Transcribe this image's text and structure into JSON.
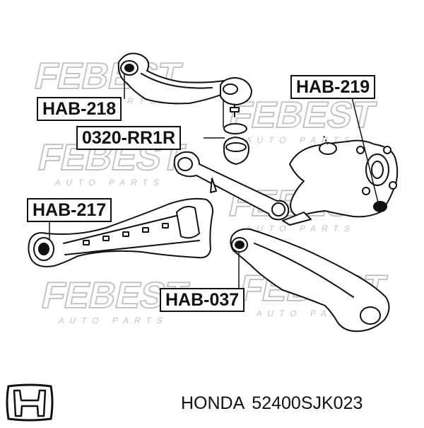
{
  "watermark": {
    "brand": "FEBEST",
    "tagline": "AUTO PARTS",
    "color": "#bdbdbd"
  },
  "labels": [
    {
      "id": "hab-218",
      "text": "HAB-218"
    },
    {
      "id": "0320-rr1r",
      "text": "0320-RR1R"
    },
    {
      "id": "hab-219",
      "text": "HAB-219"
    },
    {
      "id": "hab-217",
      "text": "HAB-217"
    },
    {
      "id": "hab-037",
      "text": "HAB-037"
    }
  ],
  "footer": {
    "brand": "HONDA",
    "part_number": "52400SJK023"
  },
  "logo_icon": "honda-h-logo-icon",
  "colors": {
    "line": "#111111",
    "background": "#ffffff"
  }
}
